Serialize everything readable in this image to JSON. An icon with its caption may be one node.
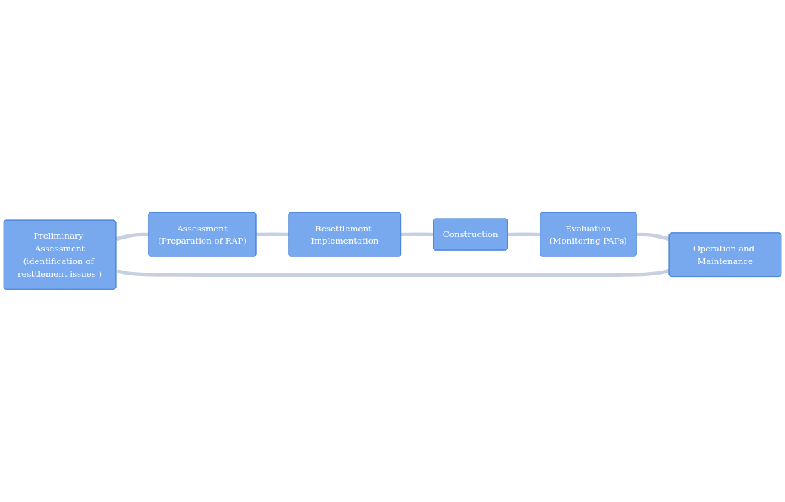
{
  "diagram": {
    "nodes": [
      {
        "text": [
          "Preliminary Assessment",
          "(identification of resttlement issues )"
        ]
      },
      {
        "text": [
          "Assessment",
          "(Preparation of RAP)"
        ]
      },
      {
        "text": [
          "Resettlement Implementation"
        ]
      },
      {
        "text": [
          "Construction"
        ]
      },
      {
        "text": [
          "Evaluation",
          "(Monitoring PAPs)"
        ]
      },
      {
        "text": [
          "Operation and Maintenance"
        ]
      }
    ],
    "edges": [
      {
        "from": 0,
        "to": 1,
        "arrow": "none"
      },
      {
        "from": 1,
        "to": 2,
        "arrow": "none"
      },
      {
        "from": 2,
        "to": 3,
        "arrow": "none"
      },
      {
        "from": 3,
        "to": 4,
        "arrow": "none"
      },
      {
        "from": 4,
        "to": 5,
        "arrow": "none"
      },
      {
        "from": 5,
        "to": 0,
        "arrow": "to"
      }
    ]
  }
}
